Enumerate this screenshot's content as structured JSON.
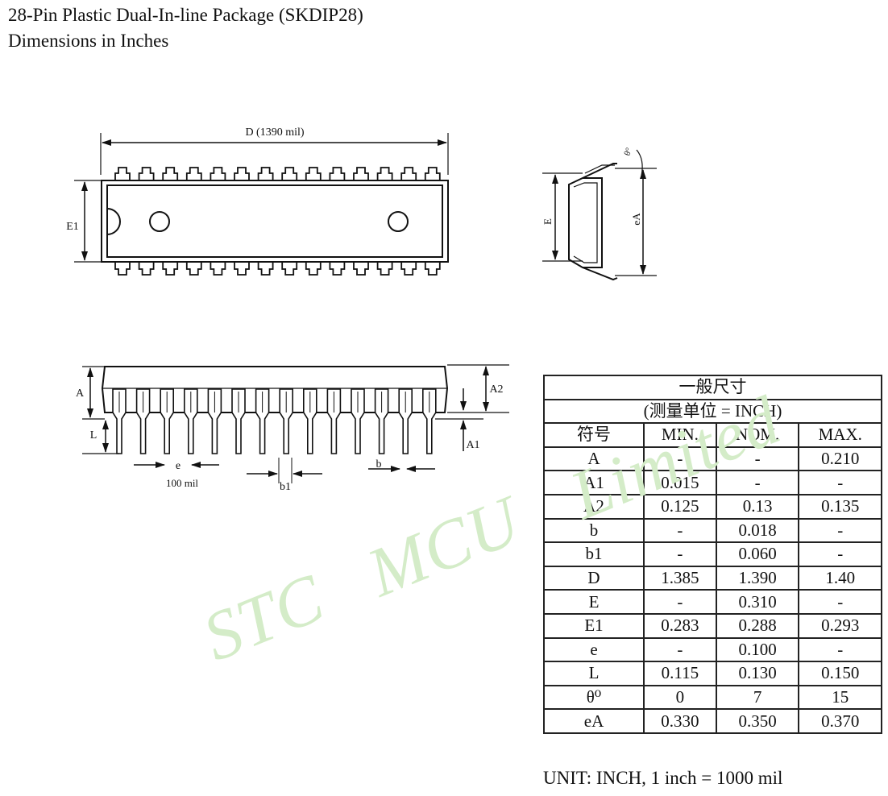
{
  "title": {
    "line1": "28-Pin Plastic Dual-In-line Package (SKDIP28)",
    "line2": "Dimensions in Inches"
  },
  "top_view": {
    "d_label": "D (1390 mil)",
    "e1_label": "E1",
    "pins_per_side": 14
  },
  "side_view": {
    "e_label": "E",
    "ea_label": "eA",
    "theta_label": "θ°"
  },
  "front_view": {
    "a_label": "A",
    "a1_label": "A1",
    "a2_label": "A2",
    "l_label": "L",
    "e_label": "e",
    "pitch_label": "100 mil",
    "b_label": "b",
    "b1_label": "b1",
    "pin_count": 14
  },
  "watermark": {
    "word1": "STC",
    "word2": "MCU",
    "word3": "Limited",
    "color": "#d4ecc8"
  },
  "table": {
    "header1": "一般尺寸",
    "header2": "(测量单位  = INCH)",
    "columns": [
      "符号",
      "MIN.",
      "NOM.",
      "MAX."
    ],
    "rows": [
      [
        "A",
        "-",
        "-",
        "0.210"
      ],
      [
        "A1",
        "0.015",
        "-",
        "-"
      ],
      [
        "A2",
        "0.125",
        "0.13",
        "0.135"
      ],
      [
        "b",
        "-",
        "0.018",
        "-"
      ],
      [
        "b1",
        "-",
        "0.060",
        "-"
      ],
      [
        "D",
        "1.385",
        "1.390",
        "1.40"
      ],
      [
        "E",
        "-",
        "0.310",
        "-"
      ],
      [
        "E1",
        "0.283",
        "0.288",
        "0.293"
      ],
      [
        "e",
        "-",
        "0.100",
        "-"
      ],
      [
        "L",
        "0.115",
        "0.130",
        "0.150"
      ],
      [
        "θ⁰",
        "0",
        "7",
        "15"
      ],
      [
        "eA",
        "0.330",
        "0.350",
        "0.370"
      ]
    ]
  },
  "unit_note": "UNIT: INCH,  1 inch = 1000 mil"
}
